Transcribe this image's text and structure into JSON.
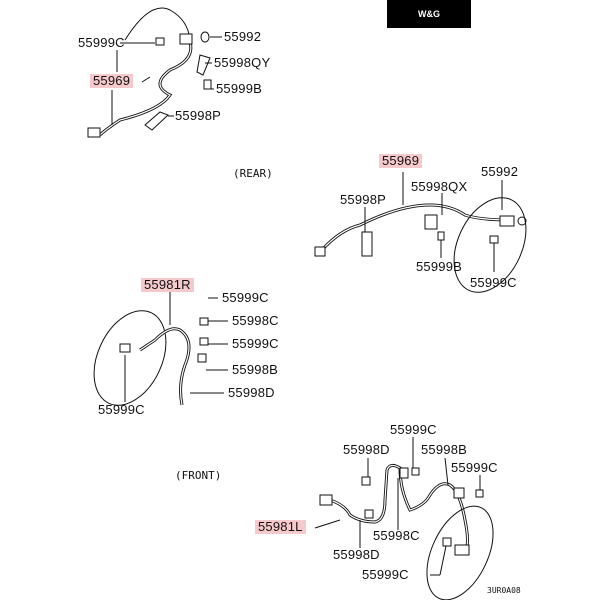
{
  "logo": {
    "text": "W&G"
  },
  "rear": {
    "section_label": "(REAR)",
    "left_assembly": {
      "part_highlight": "55969",
      "parts": [
        "55999C",
        "55992",
        "55998QY",
        "55999B",
        "55998P"
      ]
    },
    "right_assembly": {
      "part_highlight": "55969",
      "parts": [
        "55992",
        "55998QX",
        "55998P",
        "55999B",
        "55999C"
      ]
    }
  },
  "front": {
    "section_label": "(FRONT)",
    "right_side": {
      "part_highlight": "55981R",
      "parts": [
        "55999C",
        "55998C",
        "55999C",
        "55998B",
        "55998D",
        "55999C"
      ]
    },
    "left_side": {
      "part_highlight": "55981L",
      "parts": [
        "55999C",
        "55998D",
        "55998B",
        "55999C",
        "55998C",
        "55998D",
        "55999C"
      ]
    }
  },
  "diagram_code": "3UR0A08",
  "highlight_color": "#f6c9cc"
}
